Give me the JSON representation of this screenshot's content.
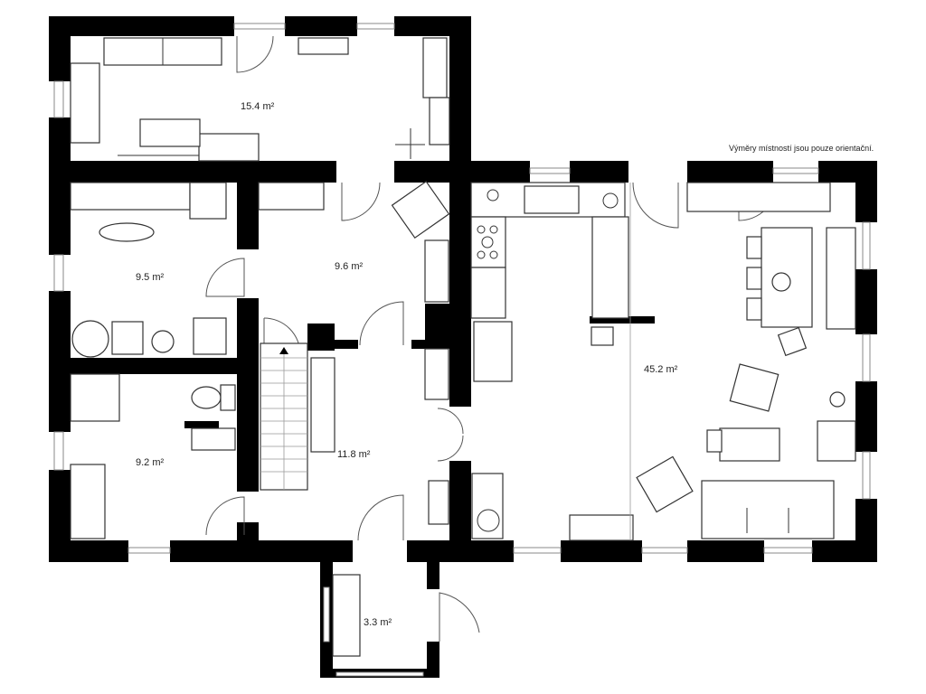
{
  "note": "Výměry místností jsou pouze orientační.",
  "rooms": [
    {
      "id": "room-top-left",
      "area": "15.4 m²"
    },
    {
      "id": "room-laundry",
      "area": "9.5 m²"
    },
    {
      "id": "room-hall-upper",
      "area": "9.6 m²"
    },
    {
      "id": "room-bath",
      "area": "9.2 m²"
    },
    {
      "id": "room-stair-hall",
      "area": "11.8 m²"
    },
    {
      "id": "room-living",
      "area": "45.2 m²"
    },
    {
      "id": "room-entry",
      "area": "3.3 m²"
    }
  ]
}
